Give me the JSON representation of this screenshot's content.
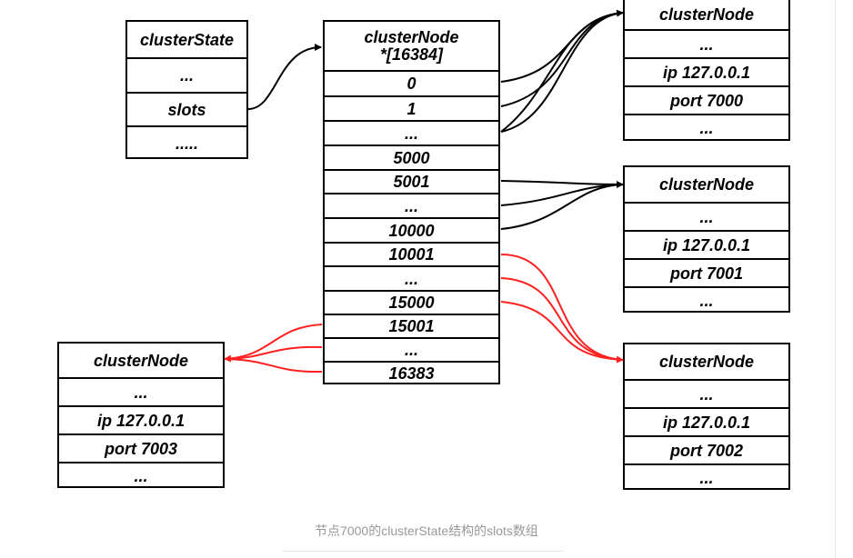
{
  "cluster_state": {
    "title": "clusterState",
    "rows": [
      "...",
      "slots",
      "....."
    ]
  },
  "slots_array": {
    "title_line1": "clusterNode",
    "title_line2": "*[16384]",
    "rows": [
      "0",
      "1",
      "...",
      "5000",
      "5001",
      "...",
      "10000",
      "10001",
      "...",
      "15000",
      "15001",
      "...",
      "16383"
    ]
  },
  "nodes": {
    "node_7000": {
      "title": "clusterNode",
      "rows": [
        "...",
        "ip  127.0.0.1",
        "port  7000",
        "..."
      ]
    },
    "node_7001": {
      "title": "clusterNode",
      "rows": [
        "...",
        "ip  127.0.0.1",
        "port  7001",
        "..."
      ]
    },
    "node_7002": {
      "title": "clusterNode",
      "rows": [
        "...",
        "ip  127.0.0.1",
        "port  7002",
        "..."
      ]
    },
    "node_7003": {
      "title": "clusterNode",
      "rows": [
        "...",
        "ip  127.0.0.1",
        "port  7003",
        "..."
      ]
    }
  },
  "colors": {
    "line": "#000000",
    "red_line": "#ff2020",
    "caption": "#999999"
  },
  "caption": "节点7000的clusterState结构的slots数组"
}
